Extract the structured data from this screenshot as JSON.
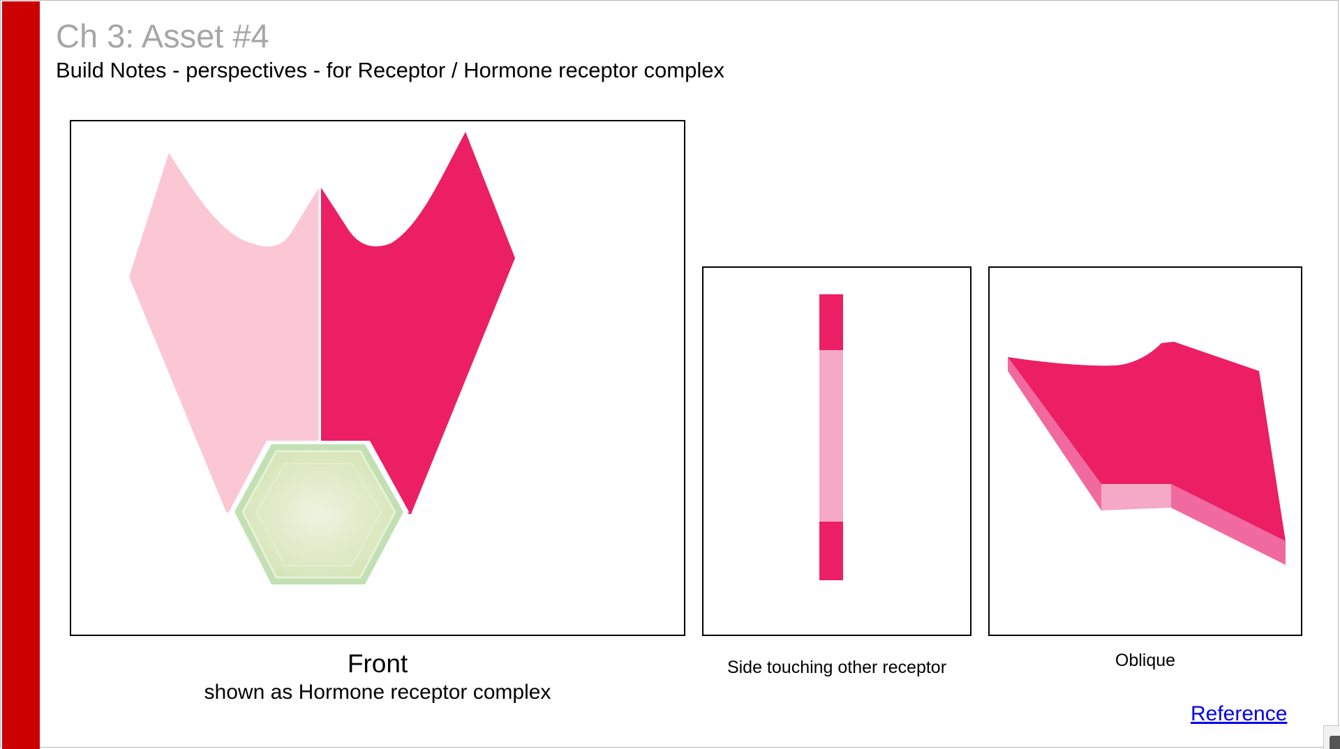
{
  "header": {
    "title": "Ch 3: Asset #4",
    "subtitle": "Build Notes - perspectives - for Receptor / Hormone receptor complex"
  },
  "views": {
    "front": {
      "caption": "Front",
      "subcaption": "shown as Hormone receptor complex"
    },
    "side": {
      "caption": "Side touching other receptor"
    },
    "oblique": {
      "caption": "Oblique"
    }
  },
  "link": {
    "label": "Reference"
  },
  "colors": {
    "accent_bar": "#cc0000",
    "receptor_dark": "#ec1e64",
    "receptor_light": "#fcc7d5",
    "receptor_mid": "#f6a9c6",
    "receptor_edge": "#f06aa0",
    "hormone_fill": "#dde8c0",
    "hormone_border": "#c2e0b4",
    "link_color": "#0000ee",
    "title_gray": "#a6a6a6"
  },
  "icons": {
    "hormone": "hexagon-icon",
    "corner": "comment-icon"
  }
}
